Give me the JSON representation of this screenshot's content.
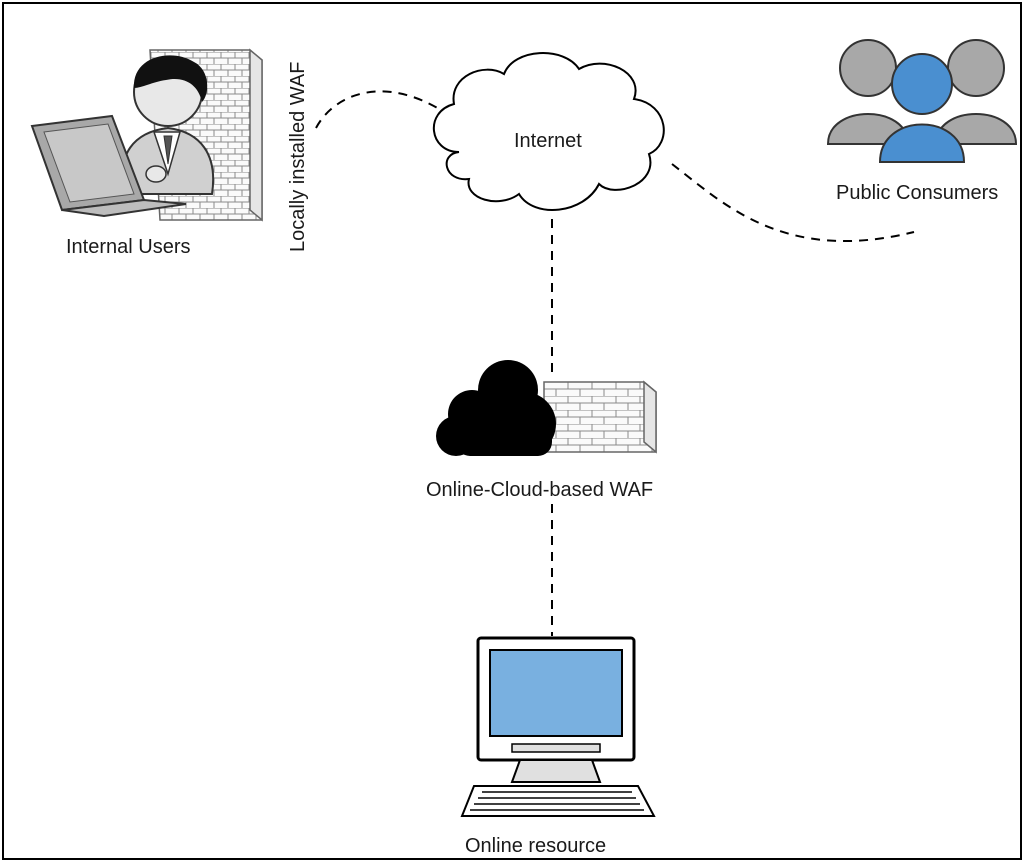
{
  "nodes": {
    "internet": {
      "label": "Internet",
      "icon": "cloud-icon"
    },
    "public_consumers": {
      "label": "Public Consumers",
      "icon": "users-group-icon"
    },
    "internal_users": {
      "label": "Internal Users",
      "icon": "user-laptop-icon"
    },
    "local_waf": {
      "label": "Locally installed WAF",
      "icon": "firewall-brick-icon"
    },
    "cloud_waf": {
      "label": "Online-Cloud-based WAF",
      "icon": "cloud-firewall-icon"
    },
    "online_resource": {
      "label": "Online resource",
      "icon": "desktop-computer-icon"
    }
  },
  "colors": {
    "accent_blue": "#4a8fd0",
    "screen_blue": "#79b0e0",
    "person_gray": "#a8a8a8",
    "line": "#000000"
  }
}
